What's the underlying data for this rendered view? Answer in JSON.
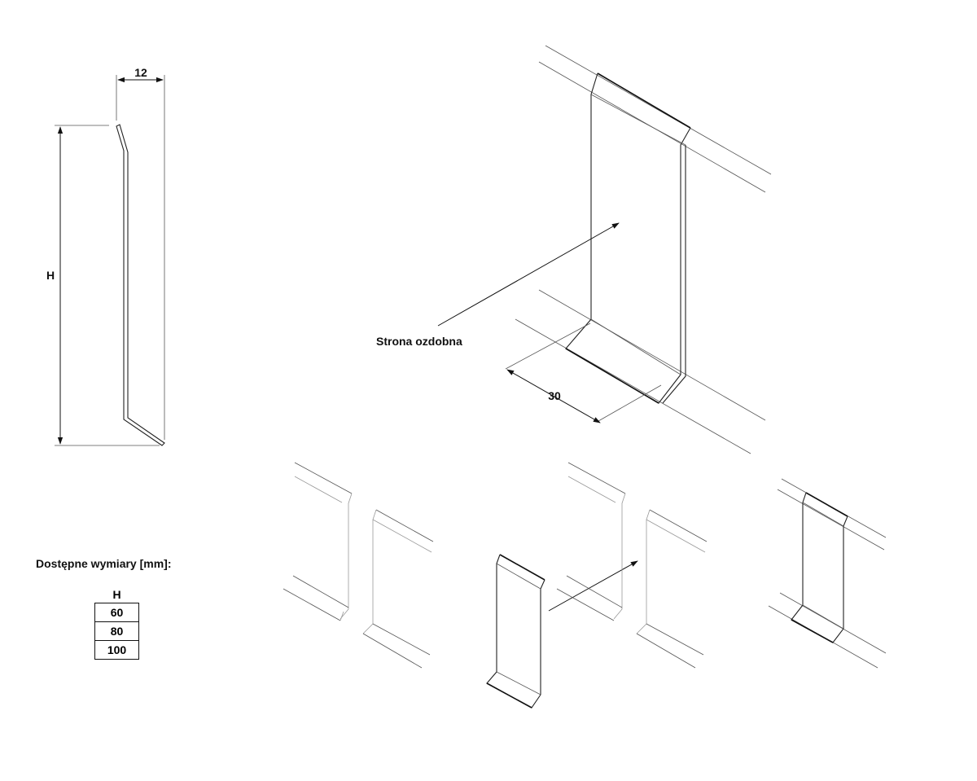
{
  "profile": {
    "width_label": "12",
    "height_label": "H"
  },
  "main_view": {
    "callout_label": "Strona ozdobna",
    "depth_label": "30"
  },
  "available_sizes": {
    "title": "Dostępne wymiary [mm]:",
    "column_header": "H",
    "values": [
      "60",
      "80",
      "100"
    ]
  }
}
